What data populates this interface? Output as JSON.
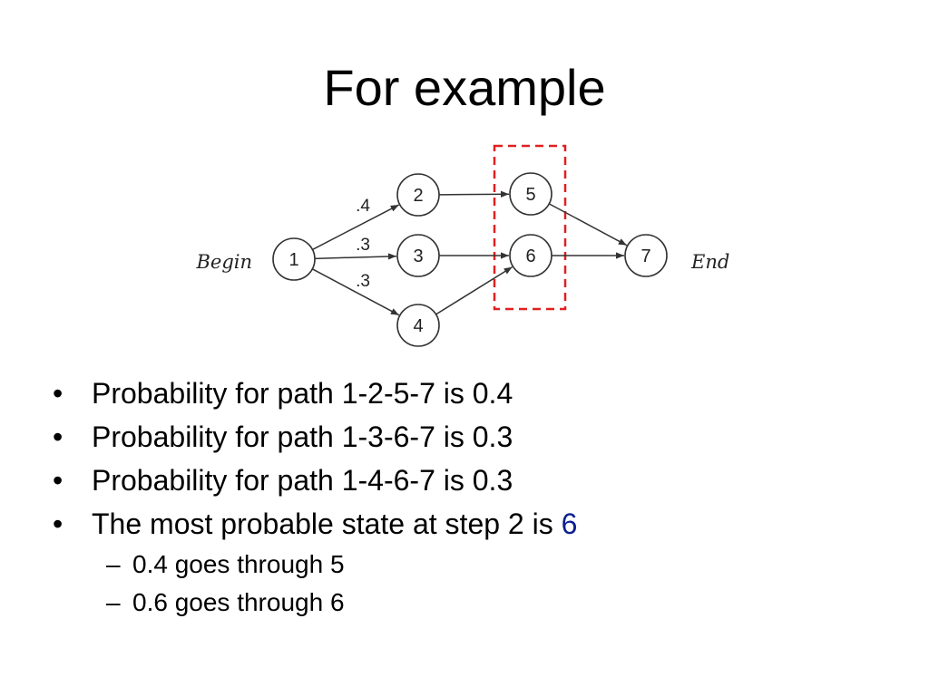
{
  "slide": {
    "title": "For example"
  },
  "diagram": {
    "begin_label": "Begin",
    "end_label": "End",
    "nodes": [
      {
        "id": "1",
        "label": "1"
      },
      {
        "id": "2",
        "label": "2"
      },
      {
        "id": "3",
        "label": "3"
      },
      {
        "id": "4",
        "label": "4"
      },
      {
        "id": "5",
        "label": "5"
      },
      {
        "id": "6",
        "label": "6"
      },
      {
        "id": "7",
        "label": "7"
      }
    ],
    "edges": [
      {
        "from": "1",
        "to": "2",
        "label": ".4"
      },
      {
        "from": "1",
        "to": "3",
        "label": ".3"
      },
      {
        "from": "1",
        "to": "4",
        "label": ".3"
      },
      {
        "from": "2",
        "to": "5",
        "label": ""
      },
      {
        "from": "3",
        "to": "6",
        "label": ""
      },
      {
        "from": "4",
        "to": "6",
        "label": ""
      },
      {
        "from": "5",
        "to": "7",
        "label": ""
      },
      {
        "from": "6",
        "to": "7",
        "label": ""
      }
    ],
    "highlight": {
      "nodes": [
        "5",
        "6"
      ],
      "color": "#e02020"
    }
  },
  "bullets": [
    "Probability for path 1-2-5-7 is 0.4",
    "Probability for path 1-3-6-7 is 0.3",
    "Probability for path 1-4-6-7 is 0.3"
  ],
  "conclusion": {
    "text": "The most probable state at step 2 is ",
    "value": "6",
    "value_color": "#0b1f8f"
  },
  "sub_bullets": [
    "0.4 goes through 5",
    "0.6 goes through 6"
  ]
}
